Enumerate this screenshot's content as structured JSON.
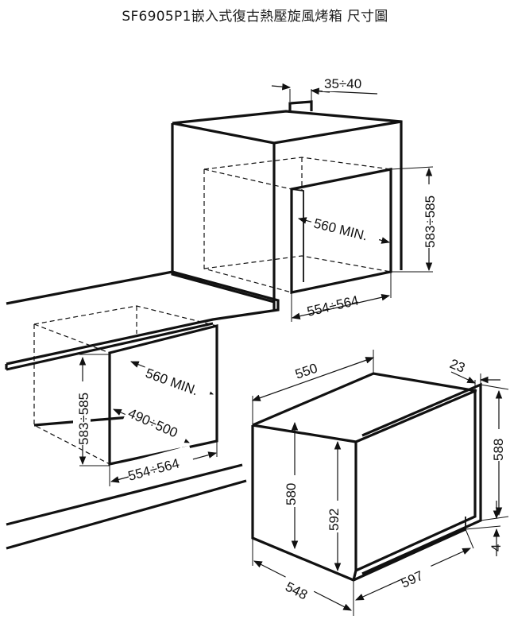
{
  "title": "SF6905P1嵌入式復古熱壓旋風烤箱  尺寸圖",
  "dimensions": {
    "top_gap": "35÷40",
    "tall_niche_depth": "560 MIN.",
    "tall_niche_height": "583÷585",
    "tall_niche_width": "554÷564",
    "under_niche_depth": "560 MIN.",
    "under_niche_height": "583÷585",
    "under_niche_diag": "490÷500",
    "under_niche_width": "554÷564",
    "oven_depth_top": "550",
    "oven_door": "23",
    "oven_height_front": "588",
    "oven_body_height": "580",
    "oven_inner_height": "592",
    "oven_bottom_gap": "4",
    "oven_depth_bottom": "548",
    "oven_width": "597"
  }
}
